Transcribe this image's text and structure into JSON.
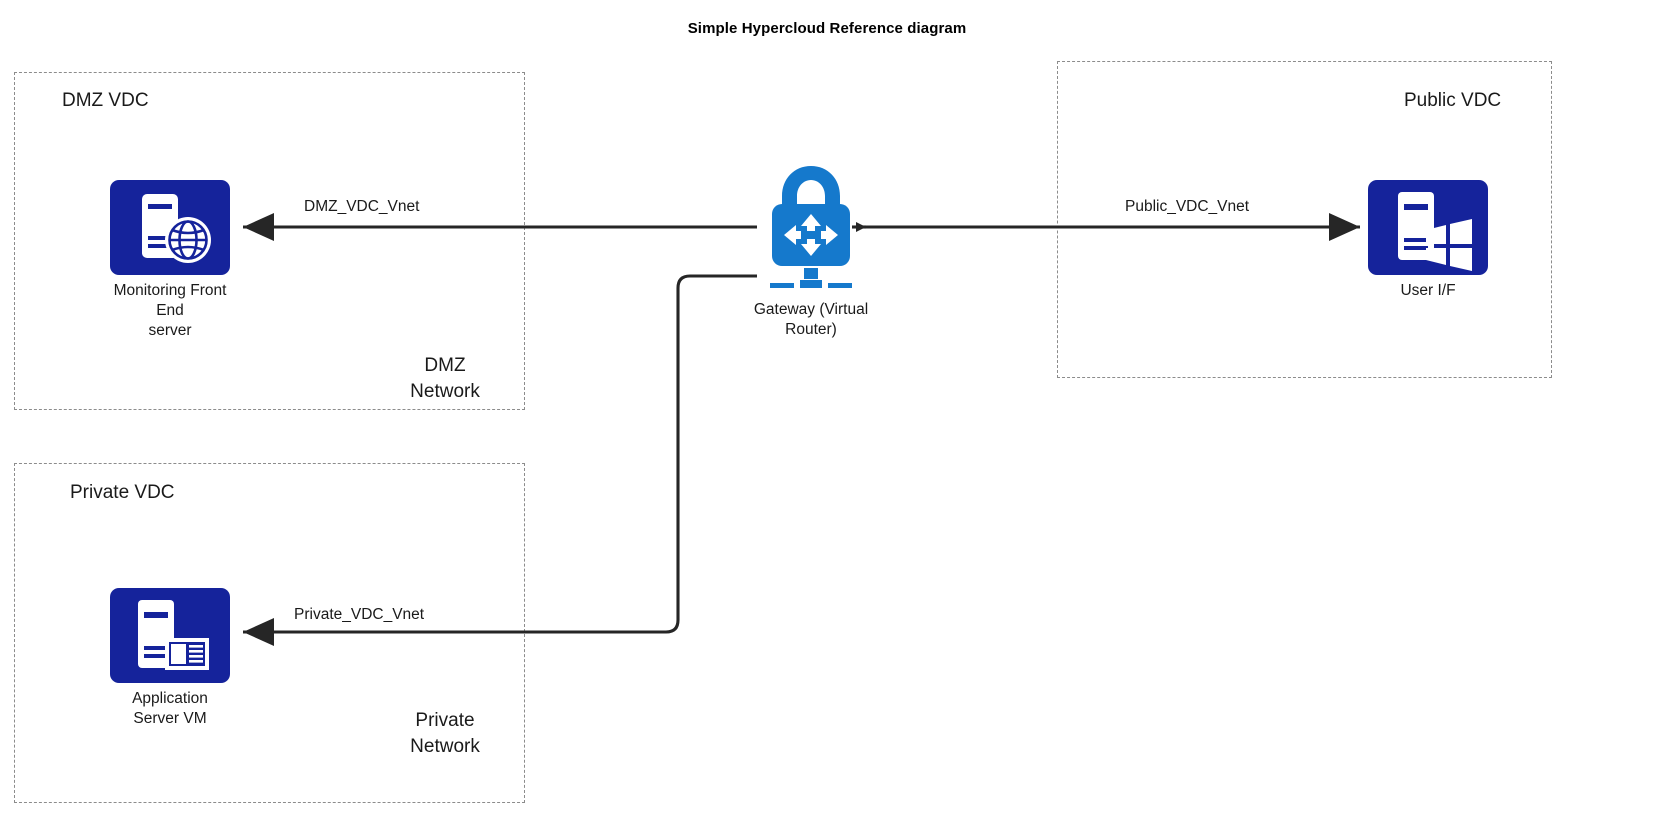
{
  "title": "Simple Hypercloud Reference diagram",
  "colors": {
    "node_navy": "#15239b",
    "gateway_blue": "#1579cc",
    "wire": "#262626",
    "dashed_border": "#8c8c8c",
    "text": "#1a1a1a",
    "background": "#ffffff"
  },
  "containers": [
    {
      "id": "dmz-vdc",
      "title": "DMZ VDC",
      "network_label": "DMZ\nNetwork"
    },
    {
      "id": "private-vdc",
      "title": "Private VDC",
      "network_label": "Private\nNetwork"
    },
    {
      "id": "public-vdc",
      "title": "Public VDC",
      "network_label": ""
    }
  ],
  "nodes": [
    {
      "id": "monitoring-front-end-server",
      "label": "Monitoring Front End\nserver",
      "icon": "server-globe-icon",
      "container": "dmz-vdc"
    },
    {
      "id": "application-server-vm",
      "label": "Application Server VM",
      "icon": "server-monitor-icon",
      "container": "private-vdc"
    },
    {
      "id": "user-if",
      "label": "User I/F",
      "icon": "server-windows-icon",
      "container": "public-vdc"
    },
    {
      "id": "gateway",
      "label": "Gateway (Virtual\nRouter)",
      "icon": "padlock-router-icon",
      "container": null
    }
  ],
  "connectors": [
    {
      "id": "dmz-vnet",
      "label": "DMZ_VDC_Vnet",
      "from": "gateway",
      "to": "monitoring-front-end-server",
      "direction": "left",
      "routing": "straight"
    },
    {
      "id": "public-vnet",
      "label": "Public_VDC_Vnet",
      "from": "gateway",
      "to": "user-if",
      "direction": "right",
      "routing": "straight"
    },
    {
      "id": "private-vnet",
      "label": "Private_VDC_Vnet",
      "from": "gateway",
      "to": "application-server-vm",
      "direction": "left",
      "routing": "orthogonal"
    }
  ]
}
